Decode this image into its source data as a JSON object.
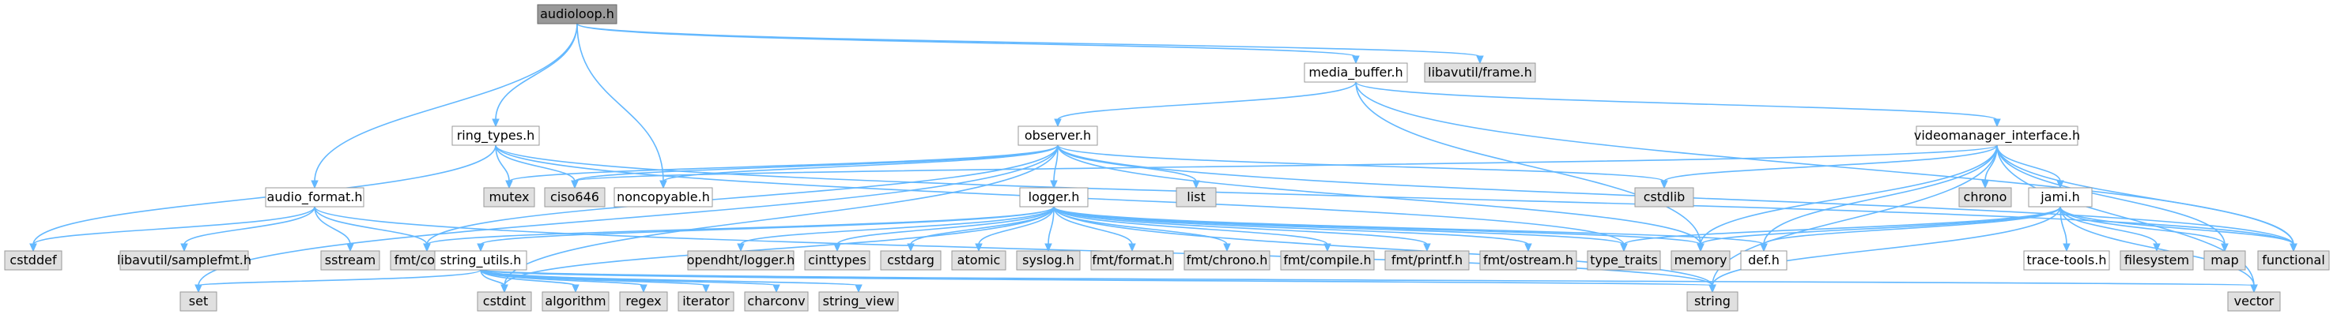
{
  "graph": {
    "nodes": [
      {
        "id": "audioloop_h",
        "label": "audioloop.h",
        "kind": "root"
      },
      {
        "id": "media_buffer_h",
        "label": "media_buffer.h",
        "kind": "local"
      },
      {
        "id": "libavutil_frame_h",
        "label": "libavutil/frame.h",
        "kind": "system"
      },
      {
        "id": "ring_types_h",
        "label": "ring_types.h",
        "kind": "local"
      },
      {
        "id": "observer_h",
        "label": "observer.h",
        "kind": "local"
      },
      {
        "id": "videomanager_interface_h",
        "label": "videomanager_interface.h",
        "kind": "local"
      },
      {
        "id": "mutex",
        "label": "mutex",
        "kind": "system"
      },
      {
        "id": "ciso646",
        "label": "ciso646",
        "kind": "system"
      },
      {
        "id": "noncopyable_h",
        "label": "noncopyable.h",
        "kind": "local"
      },
      {
        "id": "list",
        "label": "list",
        "kind": "system"
      },
      {
        "id": "cstdlib",
        "label": "cstdlib",
        "kind": "system"
      },
      {
        "id": "chrono",
        "label": "chrono",
        "kind": "system"
      },
      {
        "id": "jami_h",
        "label": "jami.h",
        "kind": "local"
      },
      {
        "id": "audio_format_h",
        "label": "audio_format.h",
        "kind": "local"
      },
      {
        "id": "logger_h",
        "label": "logger.h",
        "kind": "local"
      },
      {
        "id": "cstddef",
        "label": "cstddef",
        "kind": "system"
      },
      {
        "id": "libavutil_samplefmt_h",
        "label": "libavutil/samplefmt.h",
        "kind": "system"
      },
      {
        "id": "sstream",
        "label": "sstream",
        "kind": "system"
      },
      {
        "id": "fmt_core_h",
        "label": "fmt/core.h",
        "kind": "system"
      },
      {
        "id": "opendht_logger_h",
        "label": "opendht/logger.h",
        "kind": "system"
      },
      {
        "id": "cinttypes",
        "label": "cinttypes",
        "kind": "system"
      },
      {
        "id": "cstdarg",
        "label": "cstdarg",
        "kind": "system"
      },
      {
        "id": "atomic",
        "label": "atomic",
        "kind": "system"
      },
      {
        "id": "syslog_h",
        "label": "syslog.h",
        "kind": "system"
      },
      {
        "id": "fmt_format_h",
        "label": "fmt/format.h",
        "kind": "system"
      },
      {
        "id": "fmt_chrono_h",
        "label": "fmt/chrono.h",
        "kind": "system"
      },
      {
        "id": "fmt_compile_h",
        "label": "fmt/compile.h",
        "kind": "system"
      },
      {
        "id": "fmt_printf_h",
        "label": "fmt/printf.h",
        "kind": "system"
      },
      {
        "id": "fmt_ostream_h",
        "label": "fmt/ostream.h",
        "kind": "system"
      },
      {
        "id": "type_traits",
        "label": "type_traits",
        "kind": "system"
      },
      {
        "id": "memory",
        "label": "memory",
        "kind": "system"
      },
      {
        "id": "def_h",
        "label": "def.h",
        "kind": "local"
      },
      {
        "id": "trace_tools_h",
        "label": "trace-tools.h",
        "kind": "local"
      },
      {
        "id": "filesystem",
        "label": "filesystem",
        "kind": "system"
      },
      {
        "id": "map",
        "label": "map",
        "kind": "system"
      },
      {
        "id": "functional",
        "label": "functional",
        "kind": "system"
      },
      {
        "id": "string_utils_h",
        "label": "string_utils.h",
        "kind": "local"
      },
      {
        "id": "set",
        "label": "set",
        "kind": "system"
      },
      {
        "id": "cstdint",
        "label": "cstdint",
        "kind": "system"
      },
      {
        "id": "algorithm",
        "label": "algorithm",
        "kind": "system"
      },
      {
        "id": "regex",
        "label": "regex",
        "kind": "system"
      },
      {
        "id": "iterator",
        "label": "iterator",
        "kind": "system"
      },
      {
        "id": "charconv",
        "label": "charconv",
        "kind": "system"
      },
      {
        "id": "string_view",
        "label": "string_view",
        "kind": "system"
      },
      {
        "id": "string",
        "label": "string",
        "kind": "system"
      },
      {
        "id": "vector",
        "label": "vector",
        "kind": "system"
      }
    ],
    "edges": [
      [
        "audioloop_h",
        "media_buffer_h"
      ],
      [
        "audioloop_h",
        "libavutil_frame_h"
      ],
      [
        "audioloop_h",
        "ring_types_h"
      ],
      [
        "audioloop_h",
        "noncopyable_h"
      ],
      [
        "audioloop_h",
        "audio_format_h"
      ],
      [
        "media_buffer_h",
        "observer_h"
      ],
      [
        "media_buffer_h",
        "videomanager_interface_h"
      ],
      [
        "media_buffer_h",
        "memory"
      ],
      [
        "media_buffer_h",
        "functional"
      ],
      [
        "ring_types_h",
        "mutex"
      ],
      [
        "ring_types_h",
        "ciso646"
      ],
      [
        "ring_types_h",
        "cstddef"
      ],
      [
        "ring_types_h",
        "type_traits"
      ],
      [
        "ring_types_h",
        "functional"
      ],
      [
        "observer_h",
        "mutex"
      ],
      [
        "observer_h",
        "ciso646"
      ],
      [
        "observer_h",
        "noncopyable_h"
      ],
      [
        "observer_h",
        "list"
      ],
      [
        "observer_h",
        "logger_h"
      ],
      [
        "observer_h",
        "cstdlib"
      ],
      [
        "observer_h",
        "memory"
      ],
      [
        "observer_h",
        "set"
      ],
      [
        "observer_h",
        "functional"
      ],
      [
        "observer_h",
        "cstdint"
      ],
      [
        "observer_h",
        "fmt_core_h"
      ],
      [
        "videomanager_interface_h",
        "cstdlib"
      ],
      [
        "videomanager_interface_h",
        "chrono"
      ],
      [
        "videomanager_interface_h",
        "jami_h"
      ],
      [
        "videomanager_interface_h",
        "memory"
      ],
      [
        "videomanager_interface_h",
        "def_h"
      ],
      [
        "videomanager_interface_h",
        "map"
      ],
      [
        "videomanager_interface_h",
        "functional"
      ],
      [
        "videomanager_interface_h",
        "string"
      ],
      [
        "videomanager_interface_h",
        "vector"
      ],
      [
        "videomanager_interface_h",
        "ciso646"
      ],
      [
        "audio_format_h",
        "cstddef"
      ],
      [
        "audio_format_h",
        "libavutil_samplefmt_h"
      ],
      [
        "audio_format_h",
        "sstream"
      ],
      [
        "audio_format_h",
        "fmt_core_h"
      ],
      [
        "audio_format_h",
        "string"
      ],
      [
        "logger_h",
        "fmt_core_h"
      ],
      [
        "logger_h",
        "opendht_logger_h"
      ],
      [
        "logger_h",
        "cinttypes"
      ],
      [
        "logger_h",
        "cstdarg"
      ],
      [
        "logger_h",
        "atomic"
      ],
      [
        "logger_h",
        "syslog_h"
      ],
      [
        "logger_h",
        "fmt_format_h"
      ],
      [
        "logger_h",
        "fmt_chrono_h"
      ],
      [
        "logger_h",
        "fmt_compile_h"
      ],
      [
        "logger_h",
        "fmt_printf_h"
      ],
      [
        "logger_h",
        "fmt_ostream_h"
      ],
      [
        "logger_h",
        "type_traits"
      ],
      [
        "logger_h",
        "memory"
      ],
      [
        "logger_h",
        "def_h"
      ],
      [
        "logger_h",
        "string_utils_h"
      ],
      [
        "logger_h",
        "string"
      ],
      [
        "logger_h",
        "cstdint"
      ],
      [
        "jami_h",
        "type_traits"
      ],
      [
        "jami_h",
        "memory"
      ],
      [
        "jami_h",
        "def_h"
      ],
      [
        "jami_h",
        "trace_tools_h"
      ],
      [
        "jami_h",
        "filesystem"
      ],
      [
        "jami_h",
        "map"
      ],
      [
        "jami_h",
        "functional"
      ],
      [
        "jami_h",
        "string"
      ],
      [
        "jami_h",
        "vector"
      ],
      [
        "string_utils_h",
        "set"
      ],
      [
        "string_utils_h",
        "cstdint"
      ],
      [
        "string_utils_h",
        "algorithm"
      ],
      [
        "string_utils_h",
        "regex"
      ],
      [
        "string_utils_h",
        "iterator"
      ],
      [
        "string_utils_h",
        "charconv"
      ],
      [
        "string_utils_h",
        "string_view"
      ],
      [
        "string_utils_h",
        "string"
      ],
      [
        "string_utils_h",
        "vector"
      ]
    ]
  }
}
